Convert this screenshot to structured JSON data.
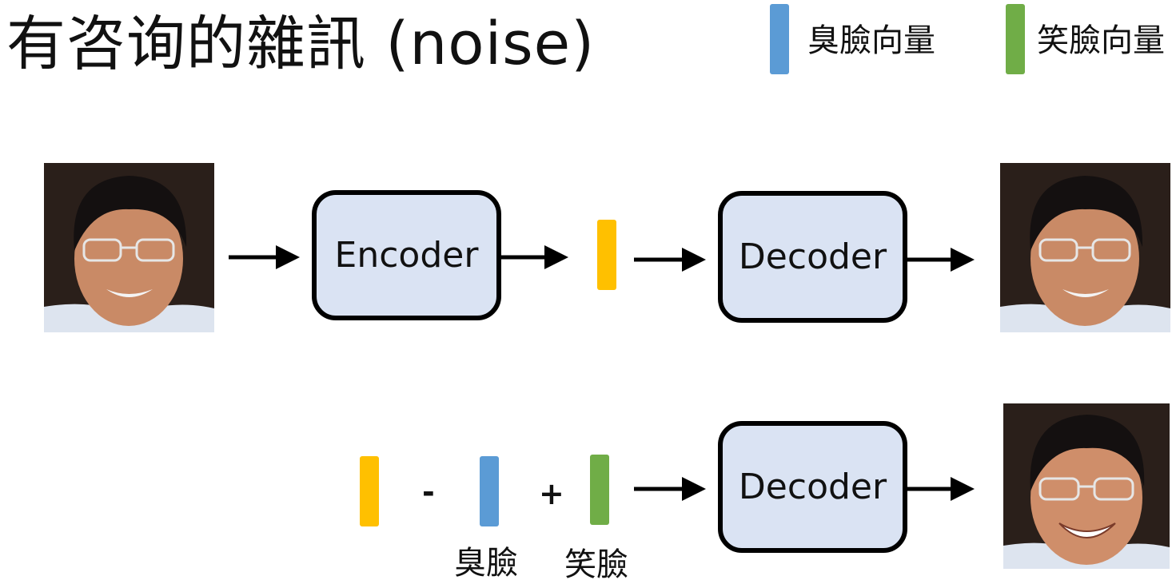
{
  "title": "有咨询的雜訊 (noise)",
  "legend": {
    "items": [
      {
        "label": "臭臉向量",
        "color": "#5b9bd5"
      },
      {
        "label": "笑臉向量",
        "color": "#70ad47"
      }
    ]
  },
  "row1": {
    "encoder_label": "Encoder",
    "decoder_label": "Decoder",
    "latent_color": "#ffc000"
  },
  "row2": {
    "minus_op": "-",
    "plus_op": "+",
    "frown_label": "臭臉",
    "smile_label": "笑臉",
    "decoder_label": "Decoder"
  },
  "colors": {
    "latent": "#ffc000",
    "frown": "#5b9bd5",
    "smile": "#70ad47",
    "box_fill": "#dae3f3"
  }
}
